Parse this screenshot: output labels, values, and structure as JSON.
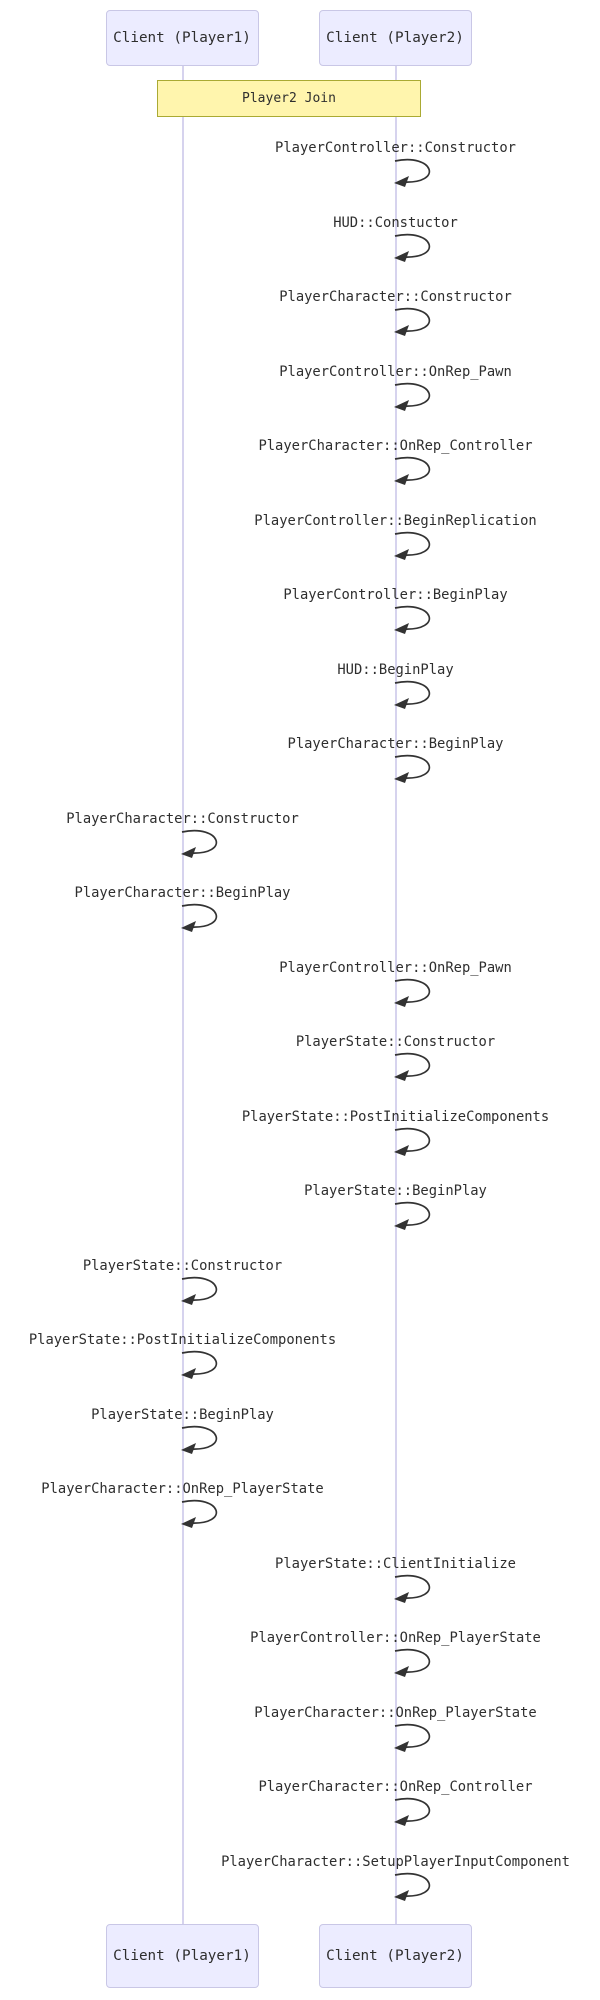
{
  "diagram": {
    "type": "sequence-diagram",
    "participants": [
      {
        "id": "player1",
        "label": "Client (Player1)"
      },
      {
        "id": "player2",
        "label": "Client (Player2)"
      }
    ],
    "note": {
      "label": "Player2 Join",
      "over": [
        "player1",
        "player2"
      ]
    },
    "messages": [
      {
        "actor": "player2",
        "kind": "self-call",
        "label": "PlayerController::Constructor"
      },
      {
        "actor": "player2",
        "kind": "self-call",
        "label": "HUD::Constuctor"
      },
      {
        "actor": "player2",
        "kind": "self-call",
        "label": "PlayerCharacter::Constructor"
      },
      {
        "actor": "player2",
        "kind": "self-call",
        "label": "PlayerController::OnRep_Pawn"
      },
      {
        "actor": "player2",
        "kind": "self-call",
        "label": "PlayerCharacter::OnRep_Controller"
      },
      {
        "actor": "player2",
        "kind": "self-call",
        "label": "PlayerController::BeginReplication"
      },
      {
        "actor": "player2",
        "kind": "self-call",
        "label": "PlayerController::BeginPlay"
      },
      {
        "actor": "player2",
        "kind": "self-call",
        "label": "HUD::BeginPlay"
      },
      {
        "actor": "player2",
        "kind": "self-call",
        "label": "PlayerCharacter::BeginPlay"
      },
      {
        "actor": "player1",
        "kind": "self-call",
        "label": "PlayerCharacter::Constructor"
      },
      {
        "actor": "player1",
        "kind": "self-call",
        "label": "PlayerCharacter::BeginPlay"
      },
      {
        "actor": "player2",
        "kind": "self-call",
        "label": "PlayerController::OnRep_Pawn"
      },
      {
        "actor": "player2",
        "kind": "self-call",
        "label": "PlayerState::Constructor"
      },
      {
        "actor": "player2",
        "kind": "self-call",
        "label": "PlayerState::PostInitializeComponents"
      },
      {
        "actor": "player2",
        "kind": "self-call",
        "label": "PlayerState::BeginPlay"
      },
      {
        "actor": "player1",
        "kind": "self-call",
        "label": "PlayerState::Constructor"
      },
      {
        "actor": "player1",
        "kind": "self-call",
        "label": "PlayerState::PostInitializeComponents"
      },
      {
        "actor": "player1",
        "kind": "self-call",
        "label": "PlayerState::BeginPlay"
      },
      {
        "actor": "player1",
        "kind": "self-call",
        "label": "PlayerCharacter::OnRep_PlayerState"
      },
      {
        "actor": "player2",
        "kind": "self-call",
        "label": "PlayerState::ClientInitialize"
      },
      {
        "actor": "player2",
        "kind": "self-call",
        "label": "PlayerController::OnRep_PlayerState"
      },
      {
        "actor": "player2",
        "kind": "self-call",
        "label": "PlayerCharacter::OnRep_PlayerState"
      },
      {
        "actor": "player2",
        "kind": "self-call",
        "label": "PlayerCharacter::OnRep_Controller"
      },
      {
        "actor": "player2",
        "kind": "self-call",
        "label": "PlayerCharacter::SetupPlayerInputComponent"
      }
    ],
    "colors": {
      "actor_fill": "#ECECFF",
      "actor_border": "#C9C7E6",
      "note_fill": "#FFF5AD",
      "note_border": "#AAAA33",
      "lifeline": "#D6D3EE",
      "text": "#2E2E2E",
      "arrow": "#333333"
    }
  }
}
